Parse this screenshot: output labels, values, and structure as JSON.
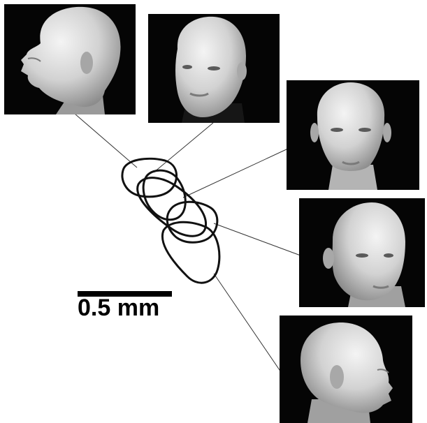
{
  "scale_bar": {
    "label": "0.5 mm"
  },
  "views": [
    {
      "name": "left-profile"
    },
    {
      "name": "left-three-quarter"
    },
    {
      "name": "frontal"
    },
    {
      "name": "right-three-quarter"
    },
    {
      "name": "right-profile"
    }
  ],
  "colors": {
    "background": "#ffffff",
    "photo_background": "#050505",
    "contour": "#111111",
    "connector": "#333333",
    "mannequin_light": "#e6e6e6",
    "mannequin_mid": "#bdbdbd",
    "mannequin_dark": "#8a8a8a"
  }
}
